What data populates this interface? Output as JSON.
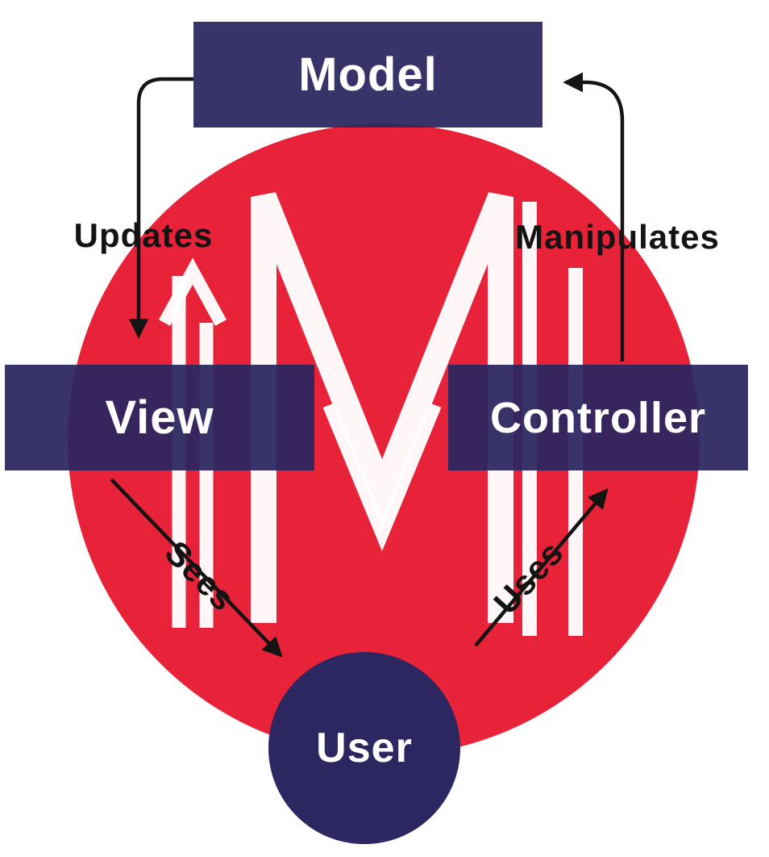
{
  "diagram": {
    "type": "MVC architecture diagram",
    "watermark_monogram": "M",
    "colors": {
      "circle_red": "#e82339",
      "box_navy": "#2d2761",
      "node_text_white": "#ffffff",
      "edge_text_black": "#141414",
      "monogram_white": "#ffffff"
    },
    "nodes": {
      "model": {
        "label": "Model"
      },
      "view": {
        "label": "View"
      },
      "controller": {
        "label": "Controller"
      },
      "user": {
        "label": "User"
      }
    },
    "edges": {
      "updates": {
        "label": "Updates",
        "from": "Model",
        "to": "View"
      },
      "manipulates": {
        "label": "Manipulates",
        "from": "Controller",
        "to": "Model"
      },
      "sees": {
        "label": "Sees",
        "from": "View",
        "to": "User"
      },
      "uses": {
        "label": "Uses",
        "from": "User",
        "to": "Controller"
      }
    }
  }
}
